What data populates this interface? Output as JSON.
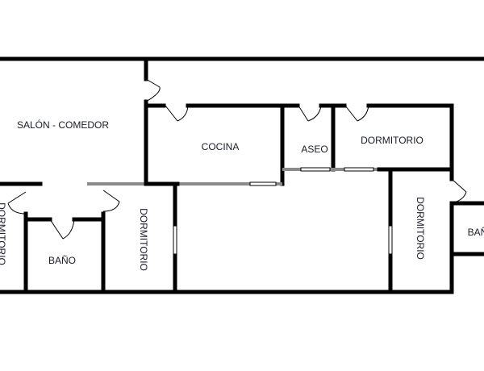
{
  "rooms": {
    "salon": "SALÓN - COMEDOR",
    "cocina": "COCINA",
    "aseo": "ASEO",
    "dormitorio_top": "DORMITORIO",
    "dormitorio_center": "DORMITORIO",
    "dormitorio_right": "DORMITORIO",
    "dormitorio_left": "DORMITORIO",
    "bano_left": "BAÑO",
    "bano_right": "BAÑ"
  },
  "colors": {
    "wall": "#000000",
    "background": "#ffffff",
    "label": "#1a1a2a"
  }
}
